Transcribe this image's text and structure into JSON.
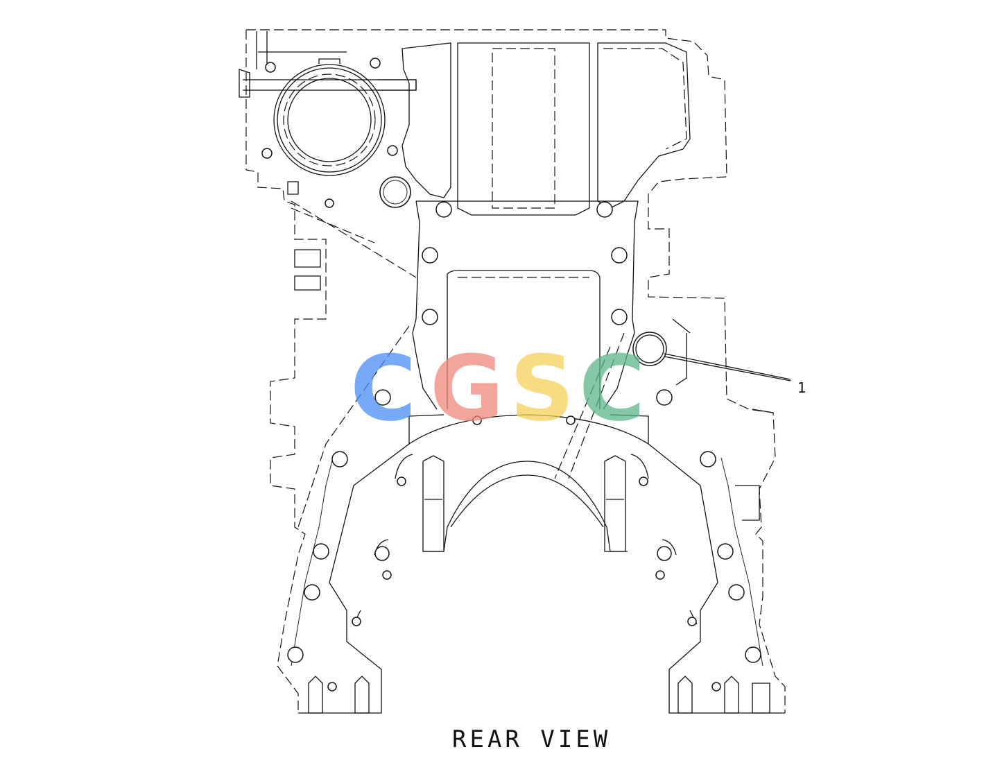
{
  "diagram": {
    "view_label": "REAR VIEW",
    "callouts": [
      {
        "id": "callout-1",
        "label": "1"
      }
    ]
  },
  "watermark": {
    "letters": [
      "C",
      "G",
      "S",
      "C"
    ],
    "colors": [
      "#4c8df6",
      "#f0867a",
      "#f5d15a",
      "#5cb68a"
    ]
  }
}
